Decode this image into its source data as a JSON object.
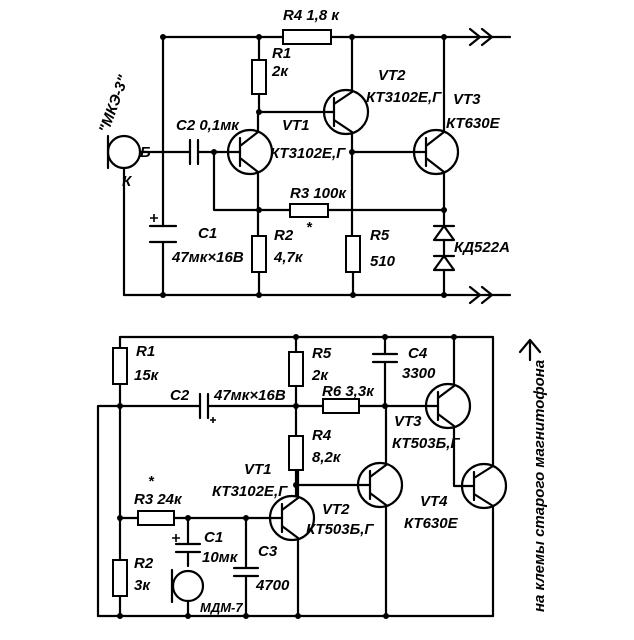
{
  "top": {
    "mic_label": "\"МКЭ-3\"",
    "mic_b": "Б",
    "mic_k": "К",
    "r4": "R4 1,8 к",
    "r1_name": "R1",
    "r1_value": "2к",
    "vt2_name": "VT2",
    "vt2_type": "КТ3102Е,Г",
    "vt3_name": "VT3",
    "vt3_type": "КТ630Е",
    "c2": "C2 0,1мк",
    "vt1_name": "VT1",
    "vt1_type": "КТ3102Е,Г",
    "r3": "R3 100к",
    "c1_name": "C1",
    "c1_value": "47мк×16В",
    "r2_name": "R2",
    "r2_value": "4,7к",
    "r5_name": "R5",
    "r5_value": "510",
    "diode": "КД522А",
    "star": "*"
  },
  "bottom": {
    "r1_name": "R1",
    "r1_value": "15к",
    "r5_name": "R5",
    "r5_value": "2к",
    "c4_name": "C4",
    "c4_value": "3300",
    "c2": "C2",
    "c2_value": "47мк×16В",
    "r6": "R6 3,3к",
    "vt3_name": "VT3",
    "vt3_type": "КТ503Б,Г",
    "r4_name": "R4",
    "r4_value": "8,2к",
    "vt1_name": "VT1",
    "vt1_type": "КТ3102Е,Г",
    "vt2_name": "VT2",
    "vt2_type": "КТ503Б,Г",
    "vt4_name": "VT4",
    "vt4_type": "КТ630Е",
    "r3": "R3 24к",
    "star": "*",
    "r2_name": "R2",
    "r2_value": "3к",
    "c1_name": "C1",
    "c1_value": "10мк",
    "c3_name": "C3",
    "c3_value": "4700",
    "mic": "МДМ-7",
    "side_label": "на клемы старого магнитофона"
  }
}
